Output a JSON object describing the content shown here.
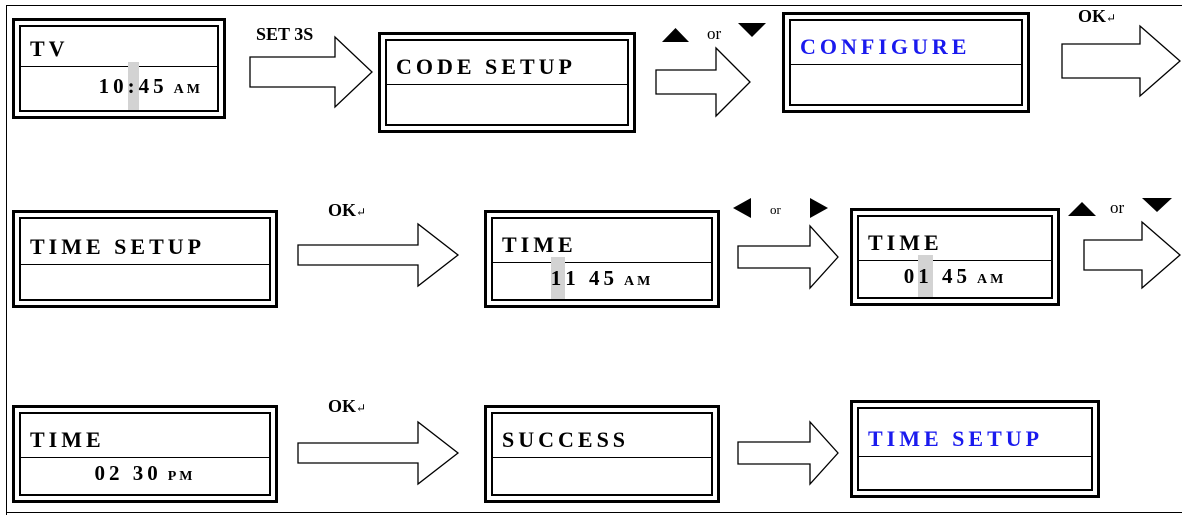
{
  "screens": {
    "tv_clock": {
      "title": "TV",
      "hour": "10",
      "separator": ":",
      "minute": "45",
      "period": "AM"
    },
    "code_setup": {
      "title": "CODE SETUP"
    },
    "configure": {
      "title": "CONFIGURE"
    },
    "time_setup_menu": {
      "title": "TIME SETUP"
    },
    "time_hour_1": {
      "title": "TIME",
      "hour_first": "1",
      "hour_second": "1",
      "minute": "45",
      "period": "AM"
    },
    "time_hour_2": {
      "title": "TIME",
      "hour_first": "0",
      "hour_second": "1",
      "minute": "45",
      "period": "AM"
    },
    "time_final": {
      "title": "TIME",
      "hour": "02",
      "minute": "30",
      "period": "PM"
    },
    "success": {
      "title": "SUCCESS"
    },
    "time_setup_result": {
      "title": "TIME SETUP"
    }
  },
  "labels": {
    "set_3s": "SET 3S",
    "ok_1": "OK",
    "ok_2": "OK",
    "ok_3": "OK",
    "return_mark": "↵",
    "or_1": "or",
    "or_2": "or",
    "or_3": "or"
  },
  "colors": {
    "highlight_text": "#1a1aee",
    "cursor_bg": "#d3d3d3"
  }
}
